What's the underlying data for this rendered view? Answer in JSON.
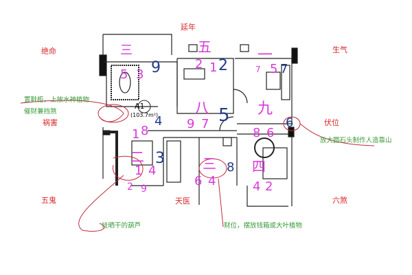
{
  "directions": {
    "north": "延年",
    "northwest": "绝命",
    "northeast": "生气",
    "west": "祸害",
    "east": "伏位",
    "southwest": "五鬼",
    "south": "天医",
    "southeast": "六煞"
  },
  "notes": {
    "shoe_cabinet": "置鞋柜，上放水神植物",
    "wealth_block": "催财兼挡煞",
    "stone": "放大圆石头制作人造靠山",
    "gourd": "挂晒干的葫芦",
    "wealth_position": "财位，摆放钱箱或大叶植物"
  },
  "plan": {
    "unit": "A1",
    "area": "(103.7m²)"
  },
  "handwriting": [
    "三",
    "5",
    "3",
    "9",
    "五",
    "2",
    "1",
    "2",
    "一",
    "7",
    "5",
    "7",
    "八",
    "9",
    "7",
    "5",
    "九",
    "6",
    "8",
    "6",
    "4",
    "1",
    "8",
    "二",
    "3",
    "1",
    "4",
    "2",
    "9",
    "三",
    "6",
    "4",
    "8",
    "四",
    "4",
    "2"
  ],
  "colors": {
    "direction": "#d8262a",
    "note": "#3a9a3a",
    "marker_magenta": "#d83ad8",
    "marker_blue": "#223a8a",
    "marker_red": "#c0283a"
  }
}
